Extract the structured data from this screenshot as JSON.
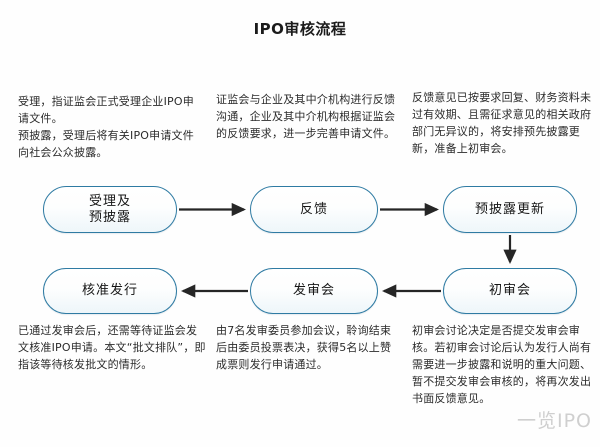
{
  "document": {
    "title": "IPO审核流程",
    "watermark": "一览IPO",
    "accent_color": "#2f7ba3",
    "arrow_color": "#262626",
    "background_color": "#fefefe"
  },
  "flow": {
    "nodes": [
      {
        "id": "accept",
        "label_line1": "受理及",
        "label_line2": "预披露",
        "label": "受理及预披露"
      },
      {
        "id": "feedback",
        "label": "反馈"
      },
      {
        "id": "predisc",
        "label": "预披露更新"
      },
      {
        "id": "first",
        "label": "初审会"
      },
      {
        "id": "meeting",
        "label": "发审会"
      },
      {
        "id": "approve",
        "label": "核准发行"
      }
    ],
    "edges": [
      {
        "from": "accept",
        "to": "feedback",
        "direction": "right"
      },
      {
        "from": "feedback",
        "to": "predisc",
        "direction": "right"
      },
      {
        "from": "predisc",
        "to": "first",
        "direction": "down"
      },
      {
        "from": "first",
        "to": "meeting",
        "direction": "left"
      },
      {
        "from": "meeting",
        "to": "approve",
        "direction": "left"
      }
    ]
  },
  "notes": {
    "accept": "受理，指证监会正式受理企业IPO申请文件。\n预披露，受理后将有关IPO申请文件向社会公众披露。",
    "feedback": "证监会与企业及其中介机构进行反馈沟通，企业及其中介机构根据证监会的反馈要求，进一步完善申请文件。",
    "predisclosure_update": "反馈意见已按要求回复、财务资料未过有效期、且需征求意见的相关政府部门无异议的，将安排预先披露更新，准备上初审会。",
    "approval": "已通过发审会后，还需等待证监会发文核准IPO申请。本文“批文排队”，即指该等待核发批文的情形。",
    "issuance_meeting": "由7名发审委员参加会议，聆询结束后由委员投票表决，获得5名以上赞成票则发行申请通过。",
    "first_review": "初审会讨论决定是否提交发审会审核。若初审会讨论后认为发行人尚有需要进一步披露和说明的重大问题、暂不提交发审会审核的，将再次发出书面反馈意见。"
  }
}
